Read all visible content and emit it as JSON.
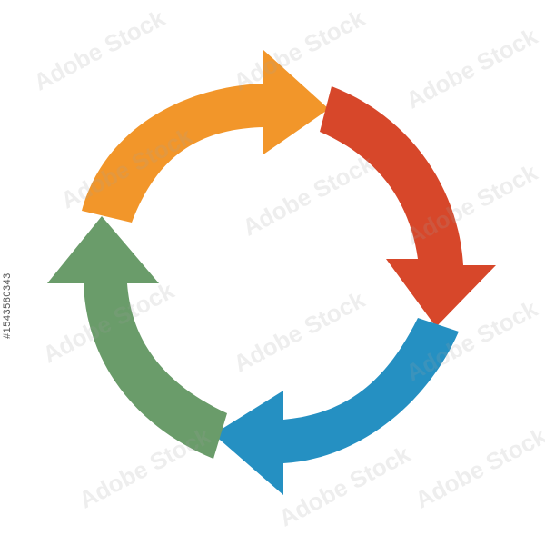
{
  "diagram": {
    "type": "circular-cycle",
    "arrows": [
      {
        "name": "arrow-orange",
        "color": "#F2962A",
        "direction": "clockwise"
      },
      {
        "name": "arrow-red",
        "color": "#D7472A",
        "direction": "clockwise"
      },
      {
        "name": "arrow-blue",
        "color": "#2590C2",
        "direction": "clockwise"
      },
      {
        "name": "arrow-green",
        "color": "#6A9C6A",
        "direction": "clockwise"
      }
    ]
  },
  "watermark": {
    "text": "Adobe Stock"
  },
  "stock_id": "#1543580343"
}
